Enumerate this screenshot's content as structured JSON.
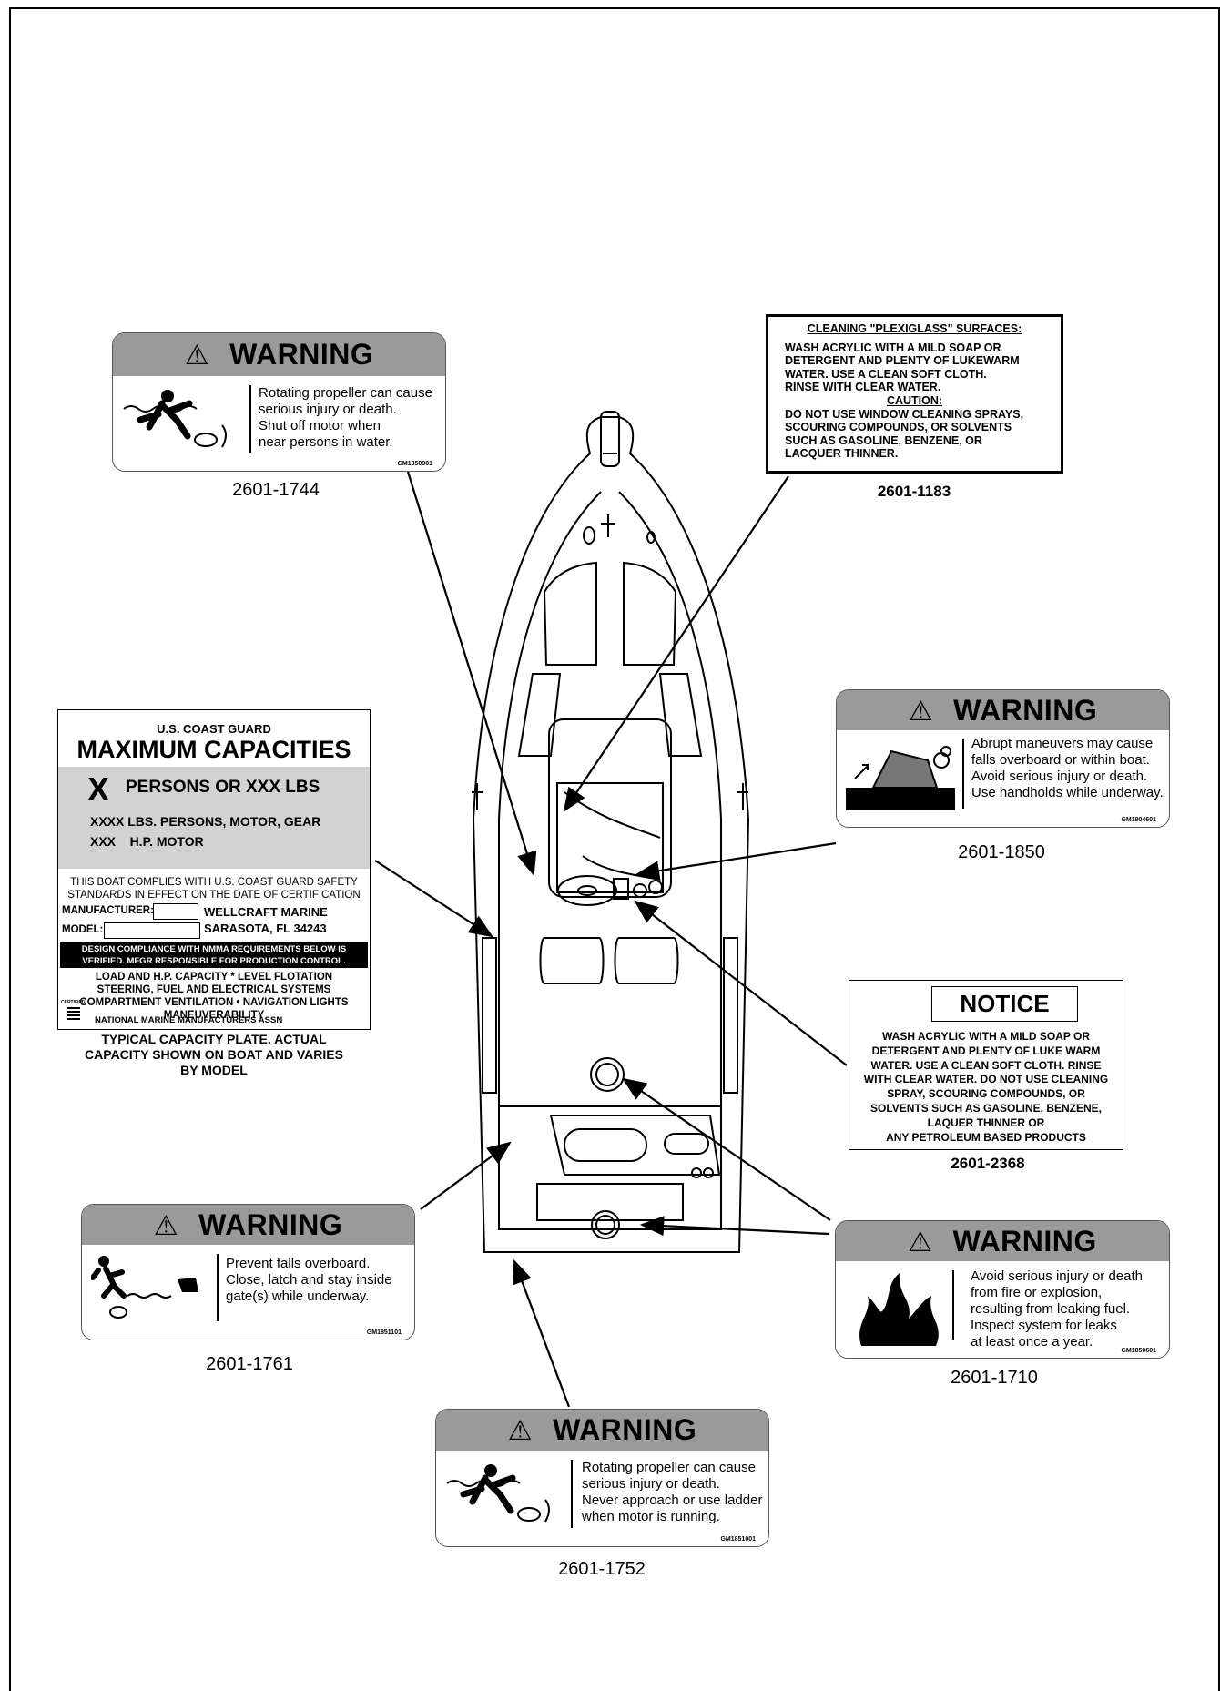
{
  "warning_header": "WARNING",
  "labels": {
    "prop_motor": {
      "lines": [
        "Rotating propeller can cause",
        "serious injury or death.",
        "Shut off motor when",
        "near persons in water."
      ],
      "code": "GM1850901",
      "part": "2601-1744"
    },
    "maneuvers": {
      "lines": [
        "Abrupt maneuvers may cause",
        "falls overboard or within boat.",
        "Avoid serious injury or death.",
        "Use handholds while underway."
      ],
      "code": "GM1904601",
      "part": "2601-1850"
    },
    "falls": {
      "lines": [
        "Prevent falls overboard.",
        "Close, latch and stay inside",
        "gate(s) while underway."
      ],
      "code": "GM1851101",
      "part": "2601-1761"
    },
    "fuel": {
      "lines": [
        "Avoid serious injury or death",
        "from fire or explosion,",
        "resulting from leaking fuel.",
        "Inspect system for leaks",
        "at least once a year."
      ],
      "code": "GM1850601",
      "part": "2601-1710"
    },
    "ladder": {
      "lines": [
        "Rotating propeller can cause",
        "serious injury or death.",
        "Never approach or use ladder",
        "when motor is running."
      ],
      "code": "GM1851001",
      "part": "2601-1752"
    }
  },
  "cleaning": {
    "title": "CLEANING \"PLEXIGLASS\" SURFACES:",
    "lines": [
      "WASH ACRYLIC WITH A MILD SOAP OR",
      "DETERGENT AND PLENTY OF LUKEWARM",
      "WATER. USE A CLEAN SOFT CLOTH.",
      "RINSE WITH CLEAR WATER."
    ],
    "caution": "CAUTION:",
    "caution_lines": [
      "DO NOT USE WINDOW CLEANING SPRAYS,",
      "SCOURING COMPOUNDS, OR SOLVENTS",
      "SUCH AS GASOLINE, BENZENE, OR",
      "LACQUER THINNER."
    ],
    "part": "2601-1183"
  },
  "capacity": {
    "agency": "U.S. COAST GUARD",
    "title": "MAXIMUM CAPACITIES",
    "x": "X",
    "persons": "PERSONS OR XXX LBS",
    "gear": "XXXX LBS. PERSONS, MOTOR, GEAR",
    "hp": "XXX    H.P. MOTOR",
    "complies": [
      "THIS BOAT COMPLIES WITH U.S. COAST GUARD SAFETY",
      "STANDARDS IN EFFECT ON THE DATE OF CERTIFICATION"
    ],
    "manufacturer_label": "MANUFACTURER:",
    "model_label": "MODEL:",
    "maker": [
      "WELLCRAFT MARINE",
      "SARASOTA, FL 34243"
    ],
    "nmma": [
      "DESIGN COMPLIANCE WITH NMMA REQUIREMENTS BELOW IS",
      "VERIFIED.  MFGR RESPONSIBLE FOR PRODUCTION CONTROL."
    ],
    "reqs": [
      "LOAD AND H.P. CAPACITY * LEVEL FLOTATION",
      "STEERING, FUEL AND ELECTRICAL SYSTEMS",
      "COMPARTMENT VENTILATION • NAVIGATION LIGHTS",
      "MANEUVERABILITY"
    ],
    "certified": "CERTIFIED",
    "assn": "NATIONAL MARINE MANUFACTURERS ASSN",
    "caption": [
      "TYPICAL CAPACITY PLATE. ACTUAL",
      "CAPACITY SHOWN ON BOAT AND VARIES",
      "BY MODEL"
    ]
  },
  "notice": {
    "title": "NOTICE",
    "lines": [
      "WASH ACRYLIC WITH A MILD SOAP OR",
      "DETERGENT AND PLENTY OF LUKE WARM",
      "WATER. USE A CLEAN SOFT CLOTH. RINSE",
      "WITH CLEAR WATER. DO NOT USE CLEANING",
      "SPRAY, SCOURING COMPOUNDS, OR",
      "SOLVENTS SUCH AS GASOLINE, BENZENE,",
      "LAQUER THINNER OR",
      "ANY PETROLEUM BASED PRODUCTS"
    ],
    "part": "2601-2368"
  }
}
